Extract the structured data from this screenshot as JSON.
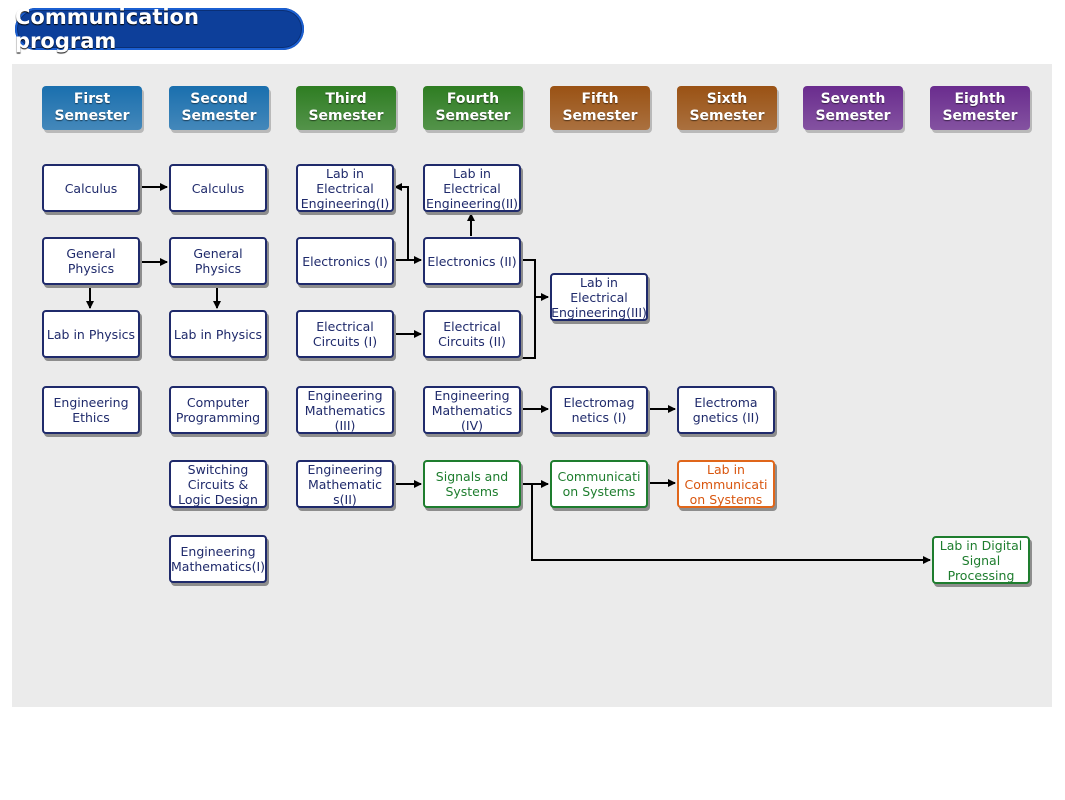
{
  "title": "Communication program",
  "semesters": [
    {
      "line1": "First",
      "line2": "Semester",
      "color": "#1a6fae"
    },
    {
      "line1": "Second",
      "line2": "Semester",
      "color": "#1a6fae"
    },
    {
      "line1": "Third",
      "line2": "Semester",
      "color": "#2e7d22"
    },
    {
      "line1": "Fourth",
      "line2": "Semester",
      "color": "#2e7d22"
    },
    {
      "line1": "Fifth",
      "line2": "Semester",
      "color": "#9a5214"
    },
    {
      "line1": "Sixth",
      "line2": "Semester",
      "color": "#9a5214"
    },
    {
      "line1": "Seventh",
      "line2": "Semester",
      "color": "#6a2c8e"
    },
    {
      "line1": "Eighth",
      "line2": "Semester",
      "color": "#6a2c8e"
    }
  ],
  "courses": {
    "calculus_1": "Calculus",
    "general_physics_1": "General Physics",
    "lab_physics_1": "Lab in Physics",
    "engineering_ethics": "Engineering Ethics",
    "calculus_2": "Calculus",
    "general_physics_2": "General Physics",
    "lab_physics_2": "Lab in Physics",
    "computer_programming": "Computer Programming",
    "switching_circuits": "Switching Circuits & Logic Design",
    "engineering_math_1": "Engineering Mathematics(I)",
    "lab_ee_1": "Lab in Electrical Engineering(I)",
    "electronics_1": "Electronics (I)",
    "electrical_circuits_1": "Electrical Circuits (I)",
    "engineering_math_3": "Engineering Mathematics (III)",
    "engineering_math_2": "Engineering Mathematic s(II)",
    "lab_ee_2": "Lab in Electrical Engineering(II)",
    "electronics_2": "Electronics (II)",
    "electrical_circuits_2": "Electrical Circuits (II)",
    "engineering_math_4": "Engineering Mathematics (IV)",
    "signals_systems": "Signals and Systems",
    "lab_ee_3": "Lab in Electrical Engineering(III)",
    "electromagnetics_1": "Electromag netics (I)",
    "communication_systems": "Communicati on Systems",
    "electromagnetics_2": "Electroma gnetics (II)",
    "lab_communication_systems": "Lab in Communicati on Systems",
    "lab_dsp": "Lab in Digital Signal Processing"
  },
  "colors": {
    "title_bg": "#0d3f9a",
    "panel_bg": "#ebebeb",
    "course_border": "#1f2a6b",
    "green_course": "#1e7d2e",
    "orange_course": "#e0661a"
  }
}
